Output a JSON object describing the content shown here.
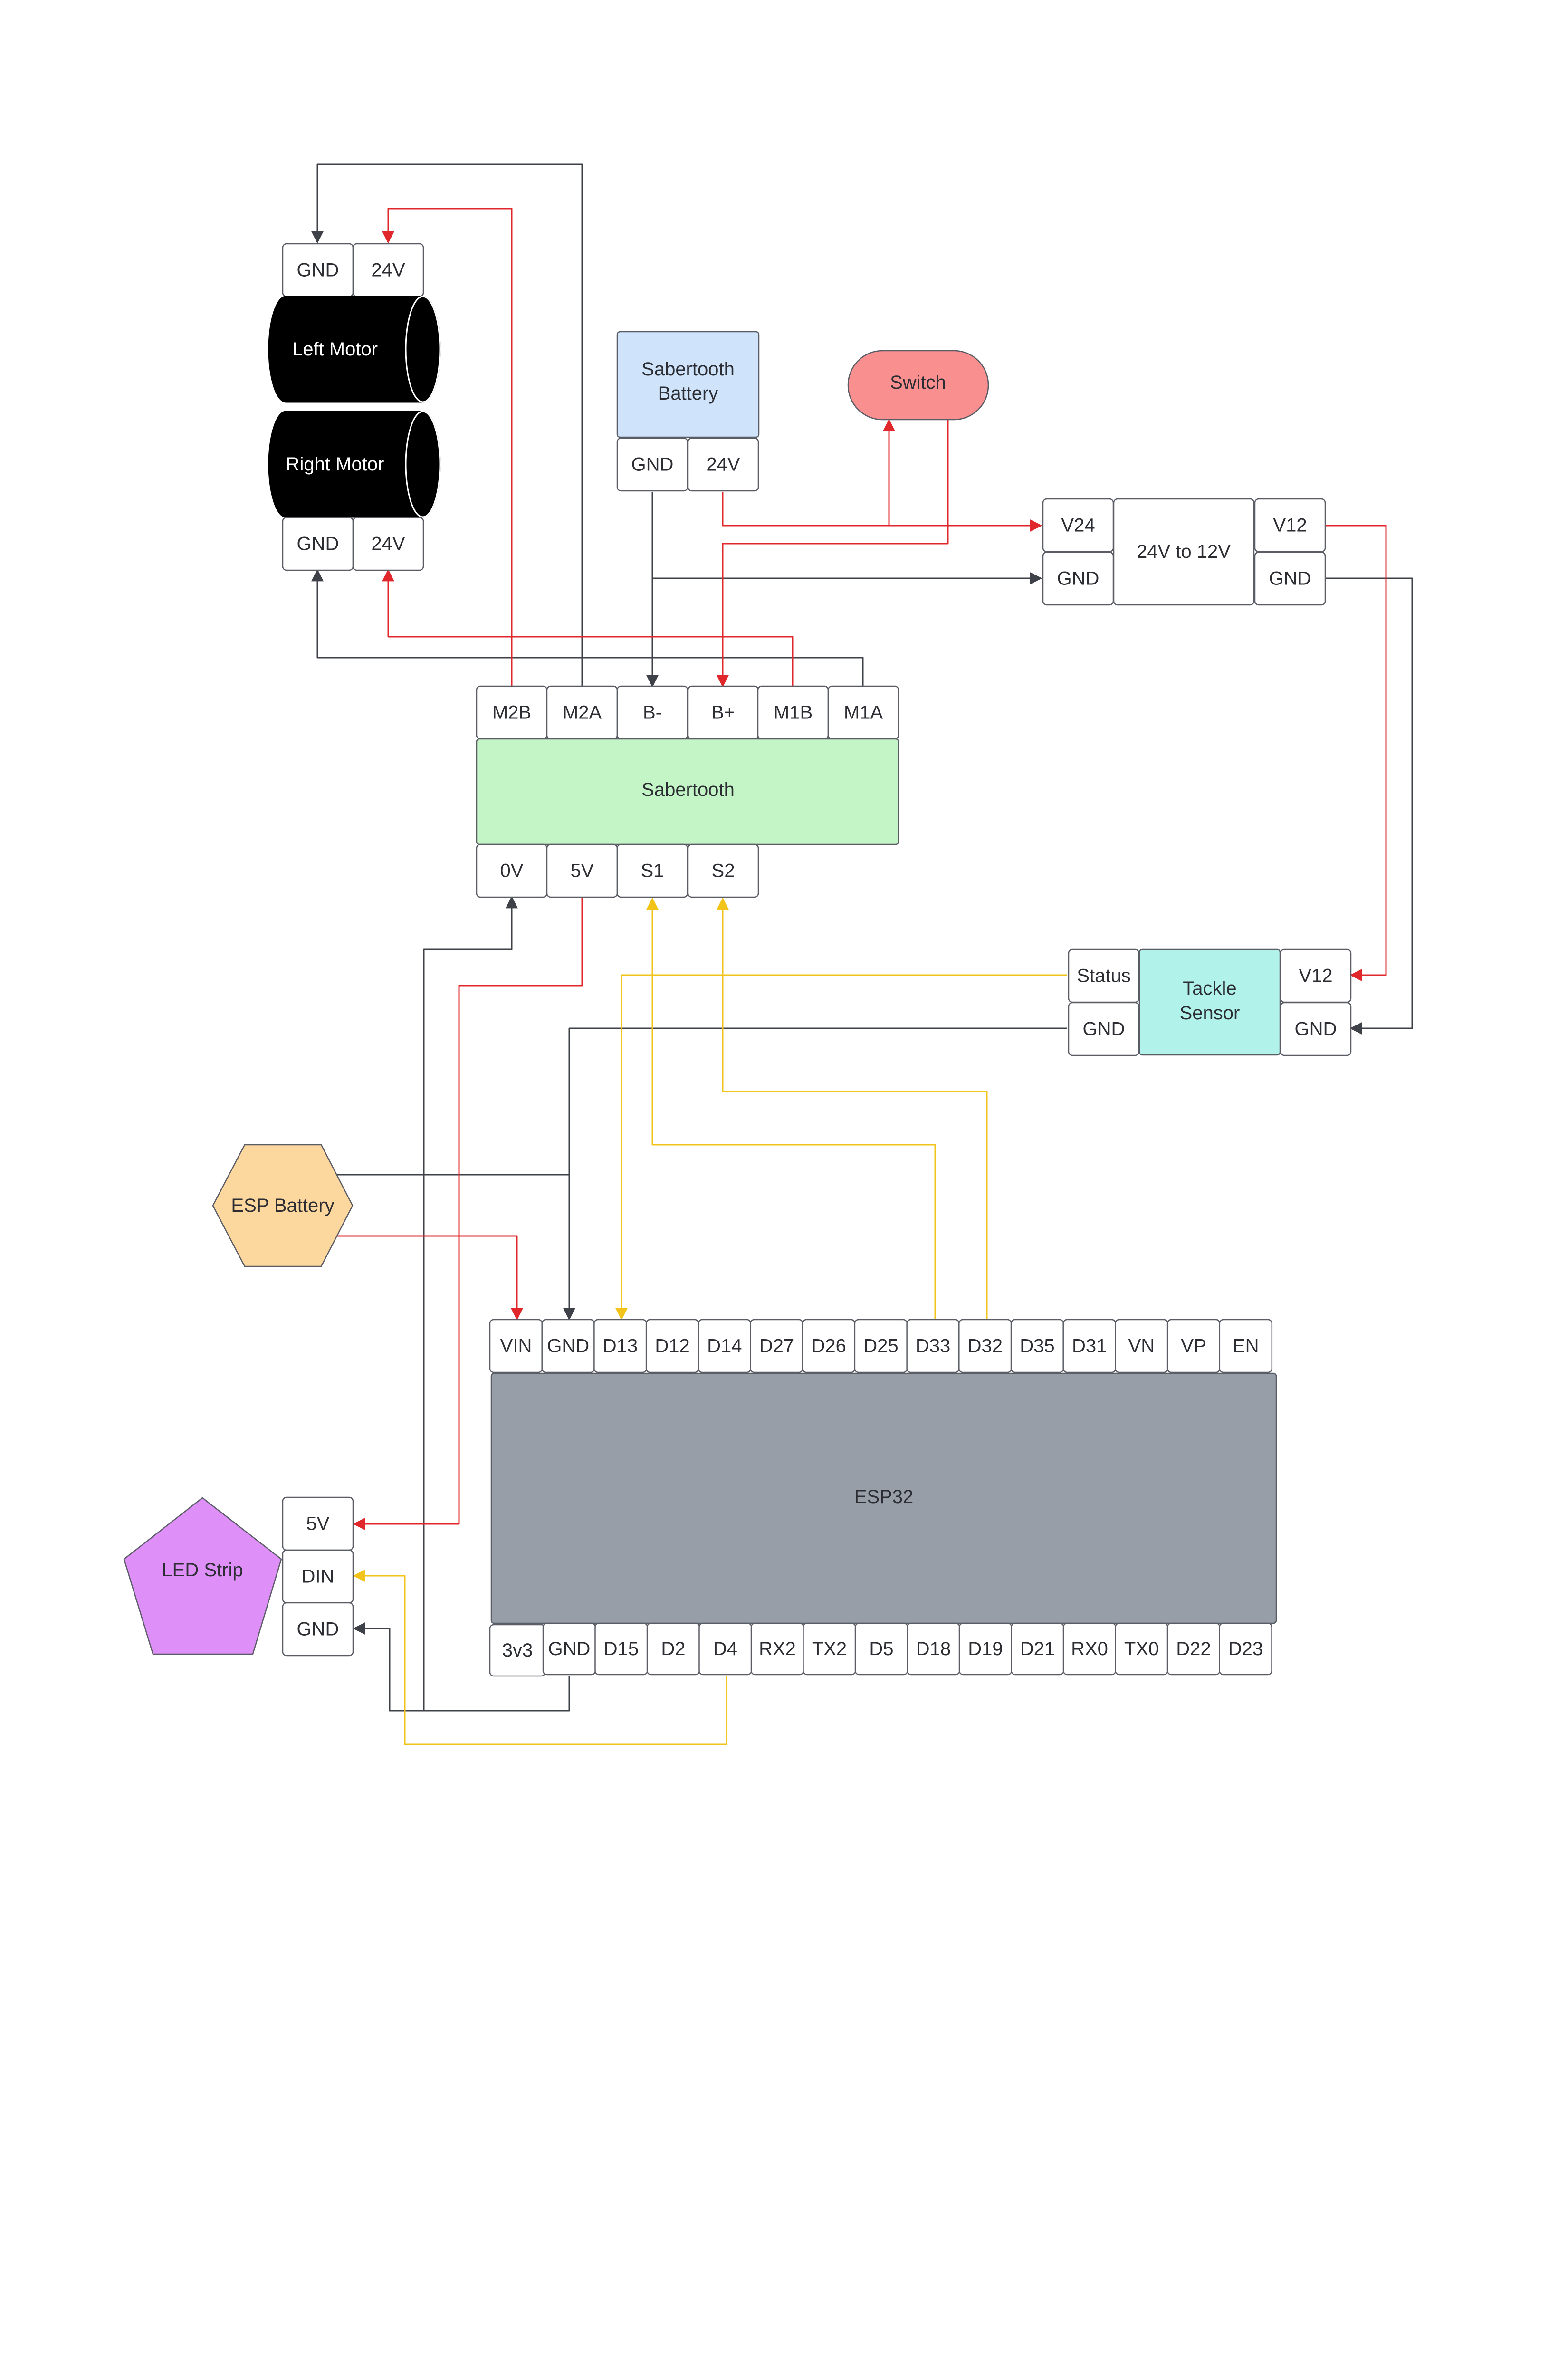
{
  "colors": {
    "wire_gnd": "#3f4148",
    "wire_power": "#e0282c",
    "wire_signal": "#f2c318",
    "pin_border": "#5a5c66",
    "motor_fill": "#000000",
    "sabertooth_battery_fill": "#cfe3fb",
    "switch_fill": "#f98f8f",
    "sabertooth_fill": "#c4f5c6",
    "tackle_sensor_fill": "#b1f2ea",
    "esp_battery_fill": "#fcd79e",
    "esp32_fill": "#979ea8",
    "led_strip_fill": "#df8ff8"
  },
  "components": {
    "left_motor": {
      "label": "Left Motor",
      "pins": [
        "GND",
        "24V"
      ]
    },
    "right_motor": {
      "label": "Right Motor",
      "pins": [
        "GND",
        "24V"
      ]
    },
    "sabertooth_battery": {
      "label_line1": "Sabertooth",
      "label_line2": "Battery",
      "pins": [
        "GND",
        "24V"
      ]
    },
    "switch": {
      "label": "Switch"
    },
    "converter": {
      "label": "24V to 12V",
      "in_pins": [
        "V24",
        "GND"
      ],
      "out_pins": [
        "V12",
        "GND"
      ]
    },
    "sabertooth": {
      "label": "Sabertooth",
      "top_pins": [
        "M2B",
        "M2A",
        "B-",
        "B+",
        "M1B",
        "M1A"
      ],
      "bottom_pins": [
        "0V",
        "5V",
        "S1",
        "S2"
      ]
    },
    "tackle_sensor": {
      "label_line1": "Tackle",
      "label_line2": "Sensor",
      "left_pins": [
        "Status",
        "GND"
      ],
      "right_pins": [
        "V12",
        "GND"
      ]
    },
    "esp_battery": {
      "label": "ESP Battery"
    },
    "esp32": {
      "label": "ESP32",
      "top_pins": [
        "VIN",
        "GND",
        "D13",
        "D12",
        "D14",
        "D27",
        "D26",
        "D25",
        "D33",
        "D32",
        "D35",
        "D31",
        "VN",
        "VP",
        "EN"
      ],
      "bottom_pins": [
        "3v3",
        "GND",
        "D15",
        "D2",
        "D4",
        "RX2",
        "TX2",
        "D5",
        "D18",
        "D19",
        "D21",
        "RX0",
        "TX0",
        "D22",
        "D23"
      ]
    },
    "led_strip": {
      "label": "LED Strip",
      "pins": [
        "5V",
        "DIN",
        "GND"
      ]
    }
  }
}
